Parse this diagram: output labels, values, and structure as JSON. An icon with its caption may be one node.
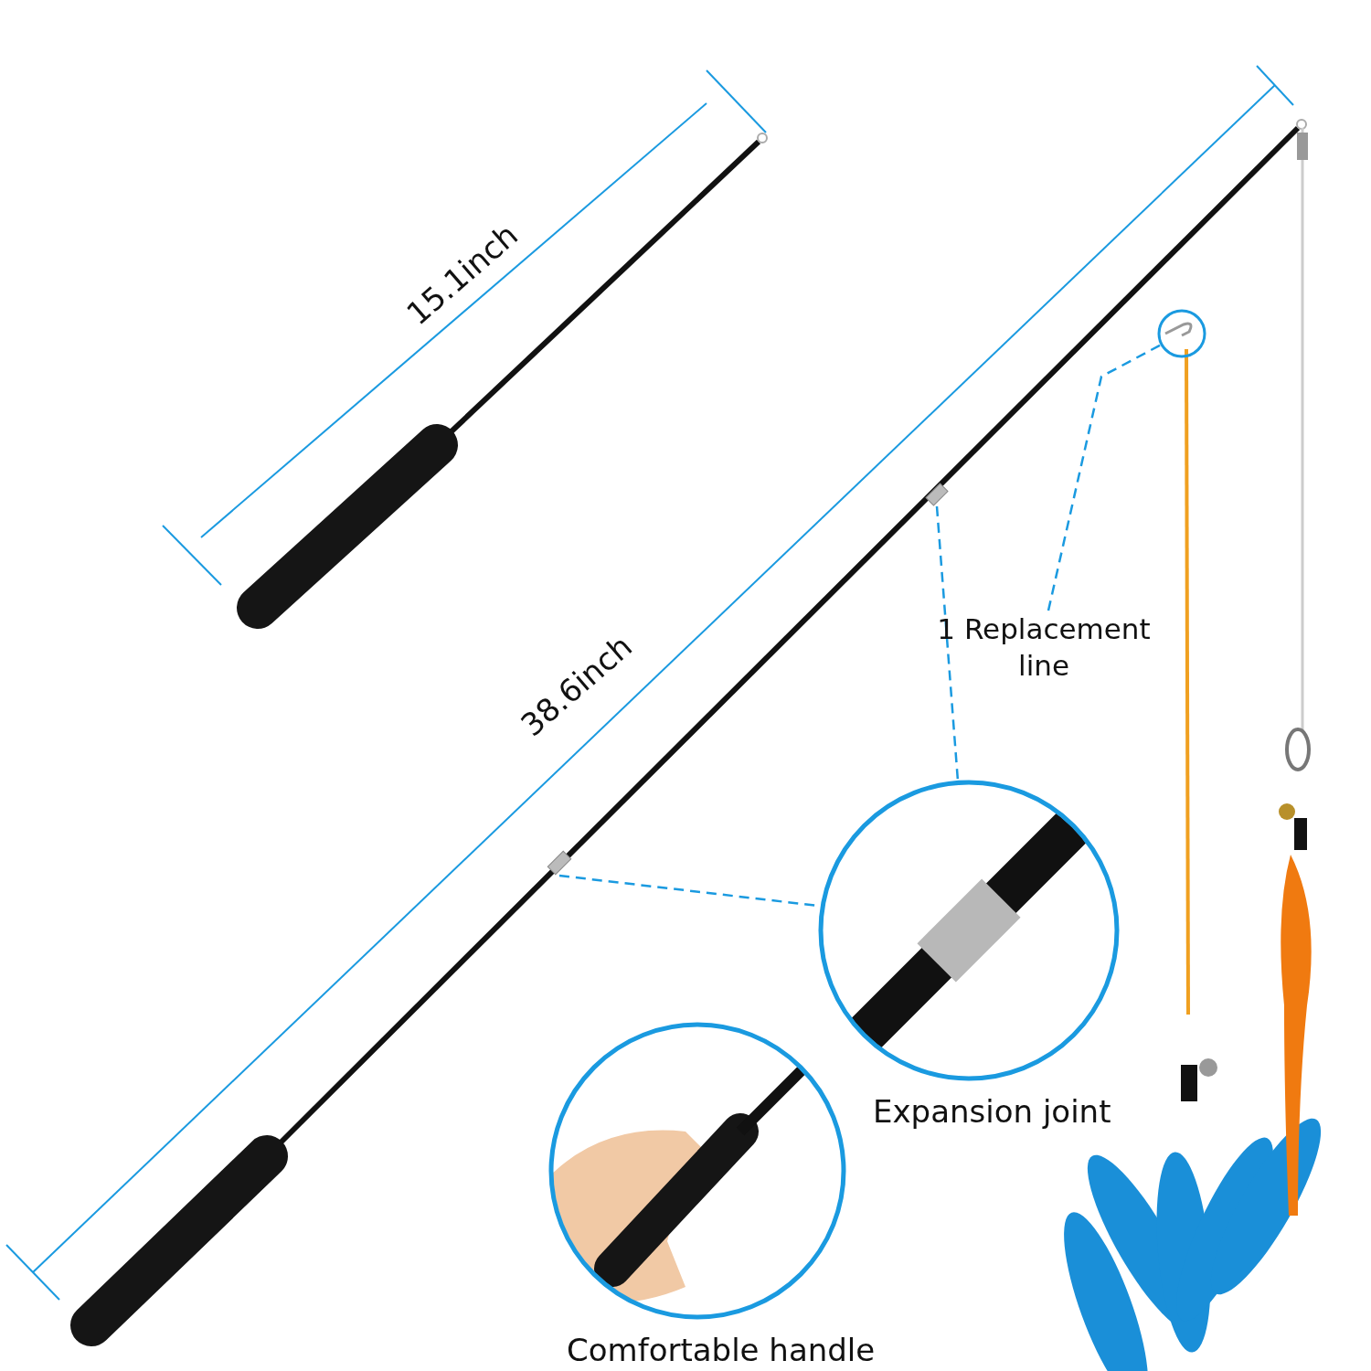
{
  "diagram": {
    "nodes": [
      {
        "text": [
          "Expansion joint"
        ]
      },
      {
        "text": [
          "Comfortable handle"
        ]
      },
      {
        "text": [
          "1 Replacement line"
        ]
      },
      {
        "text": [],
        "shape": "circle"
      },
      {
        "text": [],
        "shape": "box"
      },
      {
        "text": [],
        "shape": "box"
      }
    ],
    "edges": [
      {
        "from": 2,
        "to": 3,
        "arrow": "none",
        "style": "dashed"
      },
      {
        "from": 4,
        "to": 0,
        "arrow": "none",
        "style": "dashed"
      },
      {
        "from": 5,
        "to": 0,
        "arrow": "none",
        "style": "dashed"
      }
    ],
    "labels": [
      "15.1inch",
      "38.6inch"
    ]
  }
}
